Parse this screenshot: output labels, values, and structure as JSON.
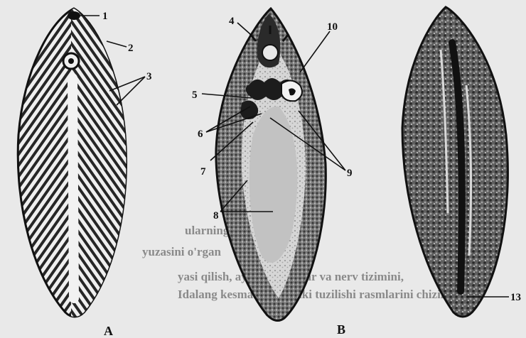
{
  "figure": {
    "panels": [
      "A",
      "B"
    ],
    "labels": {
      "l1": "1",
      "l2": "2",
      "l3": "3",
      "l4": "4",
      "l5": "5",
      "l6": "6",
      "l7": "7",
      "l8": "8",
      "l9": "9",
      "l10": "10",
      "l13": "13"
    }
  },
  "background_text": {
    "line1": "ularning o'rganiladi.",
    "line2": "yuzasini o'rgan",
    "line3": "yasi qilish, ayiruv organlar va nerv tizimini,",
    "line4": "Idalang kesmasidagi ichki tuzilishi rasmlarini chizing"
  },
  "colors": {
    "ink": "#111111",
    "paper": "#e9e9e9"
  }
}
